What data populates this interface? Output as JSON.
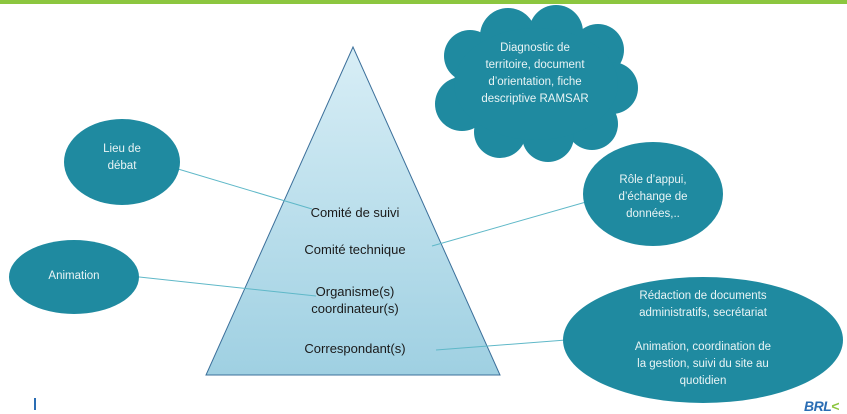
{
  "pyramid": {
    "levels": [
      "Comité de suivi",
      "Comité technique",
      "Organisme(s)\ncoordinateur(s)",
      "Correspondant(s)"
    ]
  },
  "bubbles": {
    "lieu": "Lieu de\ndébat",
    "animation": "Animation",
    "diagnostic": "Diagnostic de\nterritoire, document\nd’orientation, fiche\ndescriptive RAMSAR",
    "role": "Rôle d’appui,\nd’échange de\ndonnées,..",
    "redaction": "Rédaction de documents\nadministratifs, secrétariat\n\nAnimation, coordination de\nla gestion, suivi du site au\nquotidien"
  },
  "logo": {
    "text": "BRL",
    "mark": "<"
  },
  "colors": {
    "bubble": "#1f8aa0",
    "pyramid_fill": "#a9d6e5",
    "accent": "#8cc63f"
  }
}
